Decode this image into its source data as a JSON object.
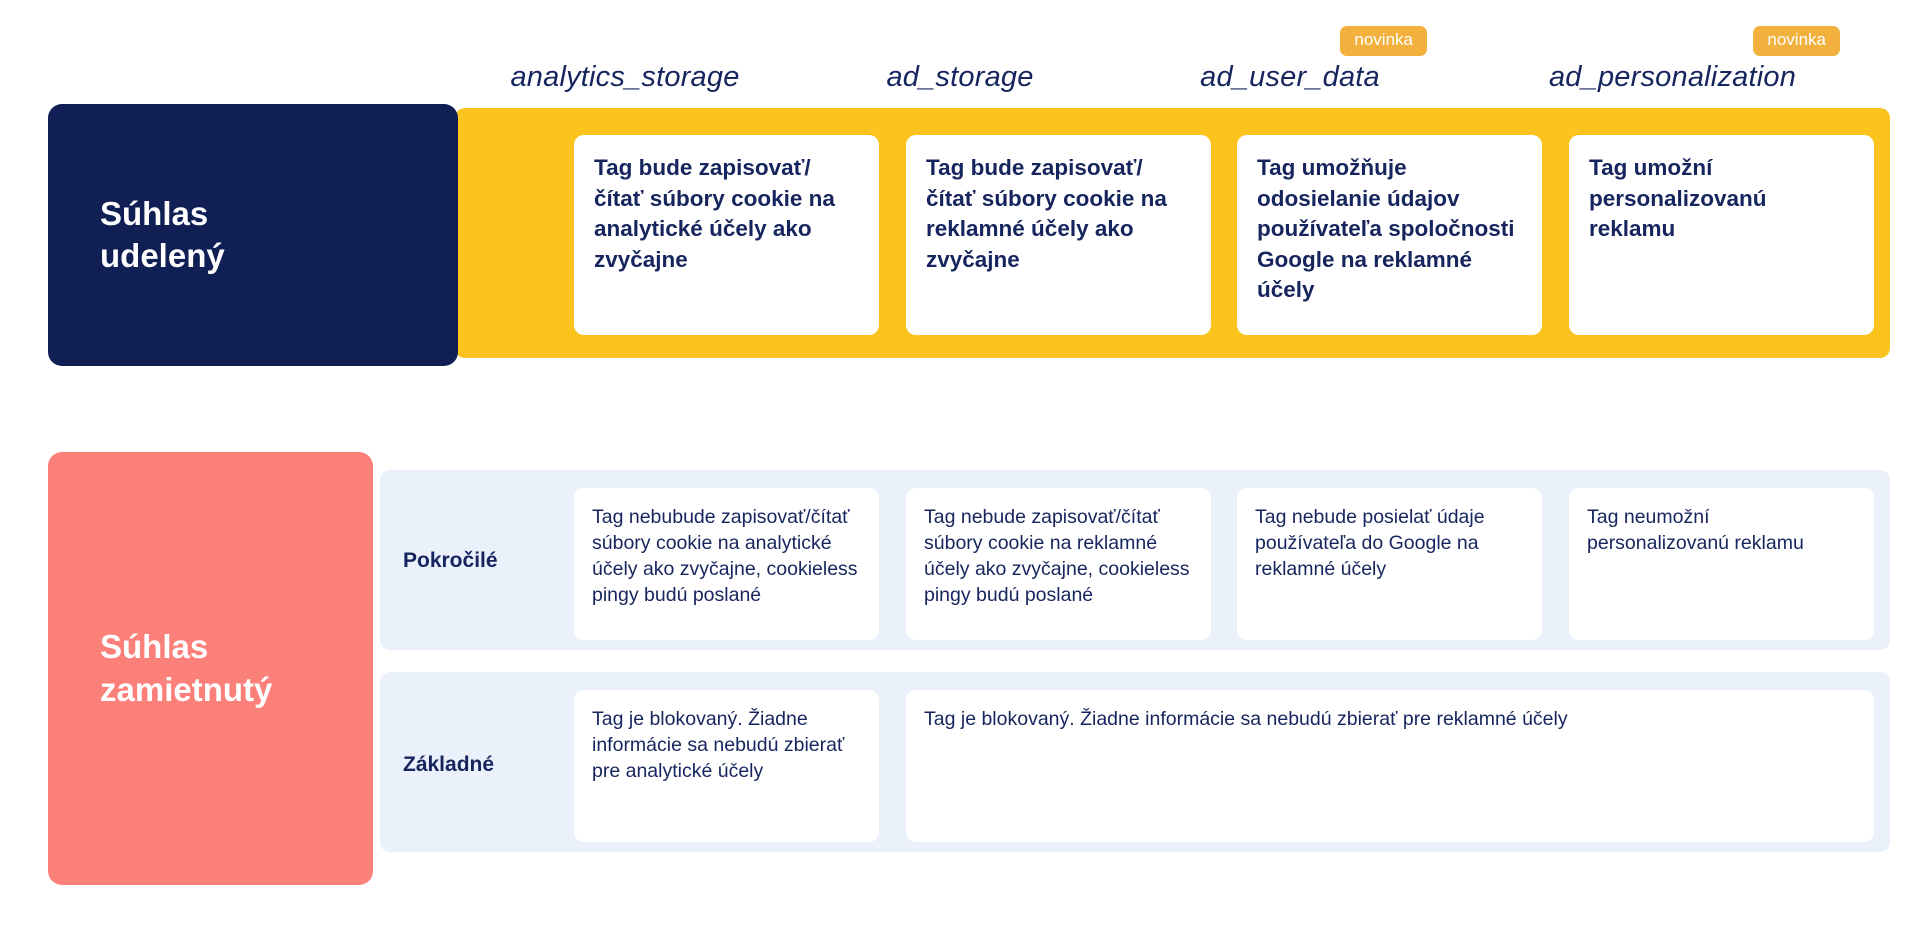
{
  "columns": [
    {
      "label": "analytics_storage",
      "badge": null
    },
    {
      "label": "ad_storage",
      "badge": null
    },
    {
      "label": "ad_user_data",
      "badge": "novinka"
    },
    {
      "label": "ad_personalization",
      "badge": "novinka"
    }
  ],
  "granted": {
    "title": "Súhlas\nudelený",
    "cards": [
      "Tag bude zapisovať/čítať súbory cookie na analytické účely ako zvyčajne",
      "Tag bude zapisovať/čítať súbory cookie na reklamné účely ako zvyčajne",
      "Tag umožňuje odosielanie údajov používateľa spoločnosti Google na reklamné účely",
      "Tag umožní personalizovanú reklamu"
    ]
  },
  "denied": {
    "title": "Súhlas\nzamietnutý",
    "rows": [
      {
        "label": "Pokročilé",
        "cards": [
          "Tag nebubude zapisovať/čítať súbory cookie na analytické účely ako zvyčajne, cookieless pingy budú poslané",
          "Tag nebude zapisovať/čítať súbory cookie na reklamné účely ako zvyčajne, cookieless pingy budú poslané",
          "Tag nebude posielať údaje používateľa do Google na reklamné účely",
          "Tag neumožní personalizovanú reklamu"
        ]
      },
      {
        "label": "Základné",
        "cards": [
          "Tag je blokovaný. Žiadne informácie sa nebudú zbierať pre analytické účely",
          "Tag je blokovaný. Žiadne informácie sa nebudú zbierať pre reklamné účely"
        ]
      }
    ]
  },
  "colors": {
    "navy": "#101f54",
    "yellow": "#fac31e",
    "salmon": "#fb807a",
    "light_blue": "#eaf1fb",
    "badge_orange": "#f2b13c",
    "text_navy": "#16255d"
  }
}
